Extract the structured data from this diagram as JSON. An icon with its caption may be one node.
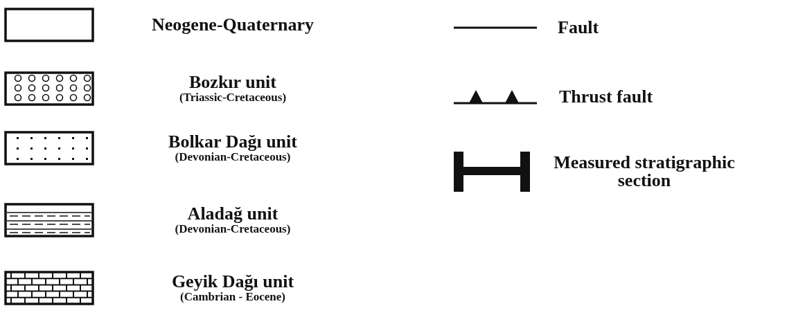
{
  "diagram": {
    "legend": [
      {
        "text": "Neogene-Quaternary"
      },
      {
        "text": "Bozkır unit"
      },
      {
        "text": "Bolkar Dağı unit"
      },
      {
        "text": "Aladağ unit"
      },
      {
        "text": "Geyik Dağı unit"
      },
      {
        "text": "Fault"
      },
      {
        "text": "Thrust fault"
      },
      {
        "text": "Measured stratigraphic section"
      }
    ],
    "labels": [
      "(Triassic-Cretaceous)",
      "(Devonian-Cretaceous)",
      "(Devonian-Cretaceous)",
      "(Cambrian - Eocene)"
    ]
  }
}
